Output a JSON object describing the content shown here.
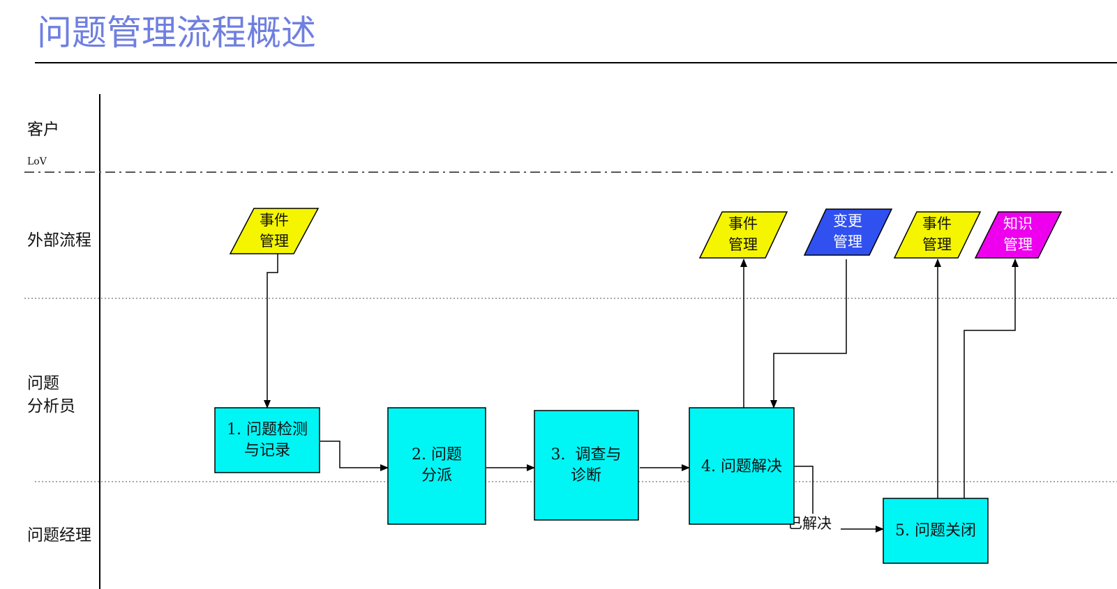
{
  "title": "问题管理流程概述",
  "colors": {
    "title": "#6f7fe0",
    "process_box": "#00f5f5",
    "incident_mgmt": "#f5f500",
    "change_mgmt": "#3050f0",
    "knowledge_mgmt": "#ee00ee"
  },
  "lanes": {
    "customer": "客户",
    "lov": "LoV",
    "external_process": "外部流程",
    "problem_analyst_line1": "问题",
    "problem_analyst_line2": "分析员",
    "problem_manager": "问题经理"
  },
  "steps": {
    "detect": {
      "line1": "1. 问题检测",
      "line2": "与记录"
    },
    "assign": {
      "line1": "2. 问题",
      "line2": "分派"
    },
    "investigate": {
      "line1": "3.  调查与",
      "line2": "诊断"
    },
    "resolve": {
      "line1": "4. 问题解决"
    },
    "close": {
      "line1": "5. 问题关闭"
    }
  },
  "external": {
    "incident_1": {
      "line1": "事件",
      "line2": "管理"
    },
    "incident_2": {
      "line1": "事件",
      "line2": "管理"
    },
    "change": {
      "line1": "变更",
      "line2": "管理"
    },
    "incident_3": {
      "line1": "事件",
      "line2": "管理"
    },
    "knowledge": {
      "line1": "知识",
      "line2": "管理"
    }
  },
  "edges": {
    "resolved_label": "已解决"
  }
}
